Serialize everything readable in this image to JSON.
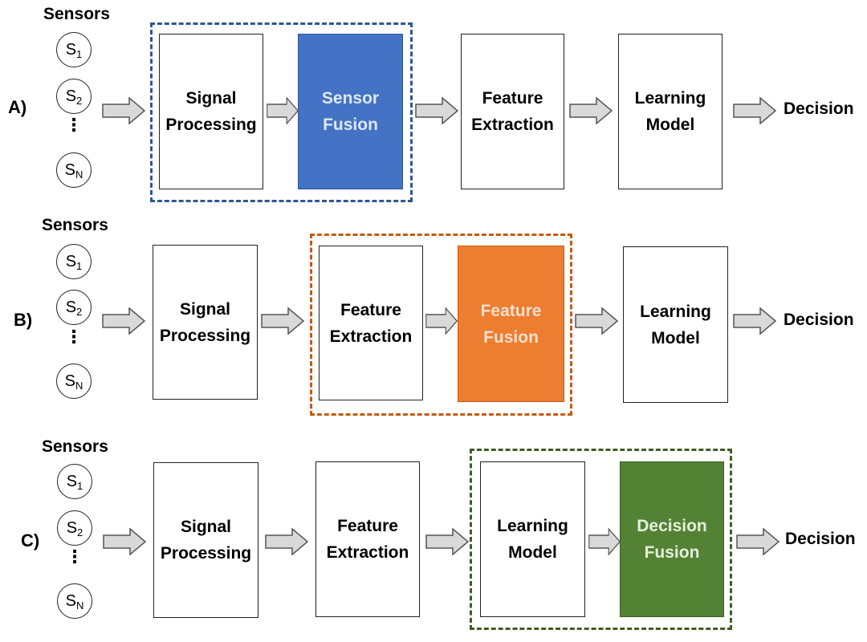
{
  "sensors_label": "Sensors",
  "sensor_glyph": "S",
  "sensor_subscripts": [
    "1",
    "2",
    "N"
  ],
  "vdots": "⋮",
  "output_label": "Decision",
  "row_a": {
    "label": "A)",
    "blocks": [
      "Signal\nProcessing",
      "Sensor\nFusion",
      "Feature\nExtraction",
      "Learning\nModel"
    ]
  },
  "row_b": {
    "label": "B)",
    "blocks": [
      "Signal\nProcessing",
      "Feature\nExtraction",
      "Feature\nFusion",
      "Learning\nModel"
    ]
  },
  "row_c": {
    "label": "C)",
    "blocks": [
      "Signal\nProcessing",
      "Feature\nExtraction",
      "Learning\nModel",
      "Decision\nFusion"
    ]
  },
  "colors": {
    "sensor_fusion": "#4472c4",
    "feature_fusion": "#ed7d31",
    "decision_fusion": "#548235",
    "arrow_fill": "#d9d9d9"
  }
}
